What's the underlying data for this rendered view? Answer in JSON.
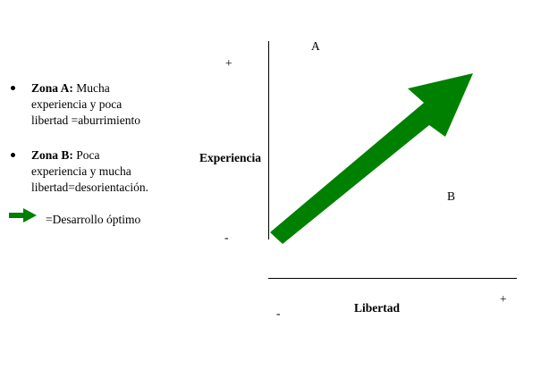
{
  "legend": {
    "zone_a": {
      "title": "Zona A:",
      "line1": "Mucha",
      "line2": "experiencia y poca",
      "line3": "libertad =aburrimiento"
    },
    "zone_b": {
      "title": "Zona B:",
      "line1": "Poca",
      "line2": "experiencia y mucha",
      "line3": "libertad=desorientación."
    },
    "arrow_label": "=Desarrollo óptimo"
  },
  "diagram": {
    "y_axis_label": "Experiencia",
    "x_axis_label": "Libertad",
    "y_plus": "+",
    "y_minus": "-",
    "x_plus": "+",
    "x_minus": "-",
    "zone_a_label": "A",
    "zone_b_label": "B"
  },
  "colors": {
    "arrow": "#008000",
    "axis": "#000000"
  }
}
